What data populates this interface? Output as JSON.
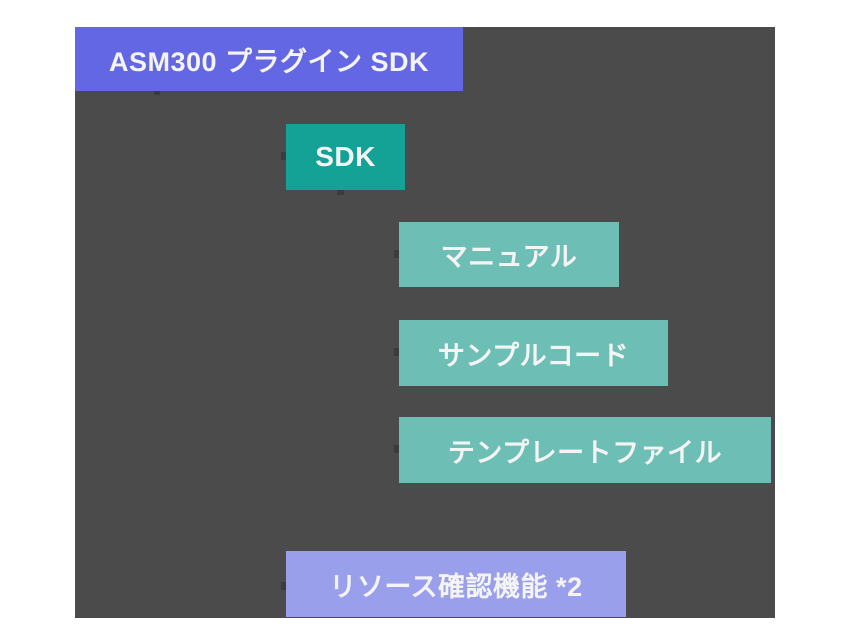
{
  "page": {
    "background": "#ffffff",
    "panel_background": "#4b4b4b",
    "node_text_color": "#f4f4f4",
    "connector_stub_color": "#3b3b3b"
  },
  "diagram": {
    "type": "tree",
    "nodes": [
      {
        "id": "root",
        "label": "ASM300 プラグイン SDK",
        "fill": "#6467e4",
        "level": 0,
        "parent": null
      },
      {
        "id": "sdk",
        "label": "SDK",
        "fill": "#14a296",
        "level": 1,
        "parent": "root"
      },
      {
        "id": "manual",
        "label": "マニュアル",
        "fill": "#6dbfb6",
        "level": 2,
        "parent": "sdk"
      },
      {
        "id": "sample",
        "label": "サンプルコード",
        "fill": "#6dbfb6",
        "level": 2,
        "parent": "sdk"
      },
      {
        "id": "template",
        "label": "テンプレートファイル",
        "fill": "#6dbfb6",
        "level": 2,
        "parent": "sdk"
      },
      {
        "id": "resource",
        "label": "リソース確認機能 *2",
        "fill": "#9a9fec",
        "level": 1,
        "parent": "root"
      }
    ]
  }
}
